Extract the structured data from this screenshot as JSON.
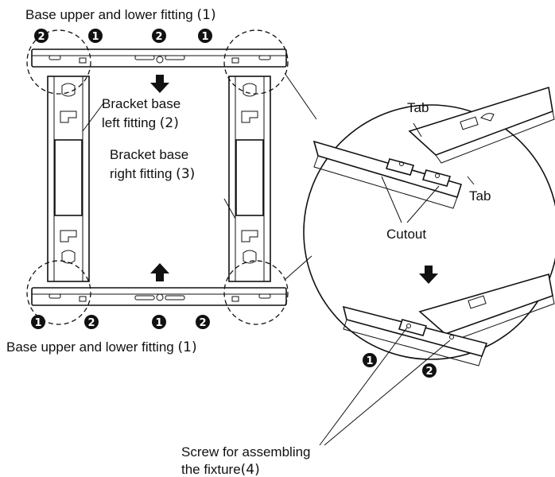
{
  "labels": {
    "base_fitting_top": "Base upper and lower fitting",
    "base_fitting_bottom": "Base upper and lower fitting",
    "bracket_left_line1": "Bracket base",
    "bracket_left_line2": "left fitting",
    "bracket_right_line1": "Bracket base",
    "bracket_right_line2": "right fitting",
    "tab_upper": "Tab",
    "tab_lower": "Tab",
    "cutout": "Cutout",
    "screw_line1": "Screw for assembling",
    "screw_line2": "the fixture"
  },
  "part_numbers": {
    "base": "1",
    "bracket_left": "2",
    "bracket_right": "3",
    "screw": "4"
  },
  "markers": {
    "one": "1",
    "two": "2"
  },
  "colors": {
    "ink": "#111111",
    "paper": "#ffffff"
  }
}
